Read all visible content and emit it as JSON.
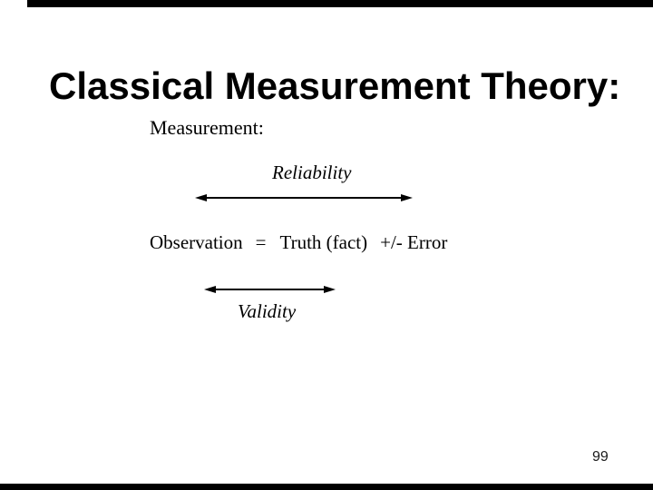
{
  "slide": {
    "title": "Classical Measurement Theory:",
    "page_number": "99"
  },
  "diagram": {
    "heading": "Measurement:",
    "reliability_label": "Reliability",
    "validity_label": "Validity",
    "equation": {
      "lhs": "Observation",
      "equals": "=",
      "rhs": "Truth (fact)",
      "error_term": "+/- Error"
    }
  },
  "colors": {
    "background": "#ffffff",
    "text": "#000000",
    "border_bars": "#000000"
  }
}
